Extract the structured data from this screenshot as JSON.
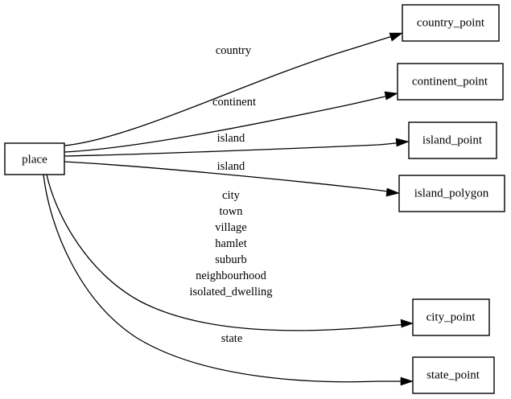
{
  "diagram": {
    "type": "entity-relationship-graph",
    "orientation": "left-to-right",
    "background_color": "#ffffff",
    "line_color": "#000000",
    "node_fill": "#ffffff",
    "source_node": {
      "id": "place",
      "label": "place"
    },
    "target_nodes": [
      {
        "id": "country_point",
        "label": "country_point"
      },
      {
        "id": "continent_point",
        "label": "continent_point"
      },
      {
        "id": "island_point",
        "label": "island_point"
      },
      {
        "id": "island_polygon",
        "label": "island_polygon"
      },
      {
        "id": "city_point",
        "label": "city_point"
      },
      {
        "id": "state_point",
        "label": "state_point"
      }
    ],
    "edges": [
      {
        "from": "place",
        "to": "country_point",
        "label_lines": [
          "country"
        ]
      },
      {
        "from": "place",
        "to": "continent_point",
        "label_lines": [
          "continent"
        ]
      },
      {
        "from": "place",
        "to": "island_point",
        "label_lines": [
          "island"
        ]
      },
      {
        "from": "place",
        "to": "island_polygon",
        "label_lines": [
          "island"
        ]
      },
      {
        "from": "place",
        "to": "city_point",
        "label_lines": [
          "city",
          "town",
          "village",
          "hamlet",
          "suburb",
          "neighbourhood",
          "isolated_dwelling"
        ]
      },
      {
        "from": "place",
        "to": "state_point",
        "label_lines": [
          "state"
        ]
      }
    ]
  }
}
